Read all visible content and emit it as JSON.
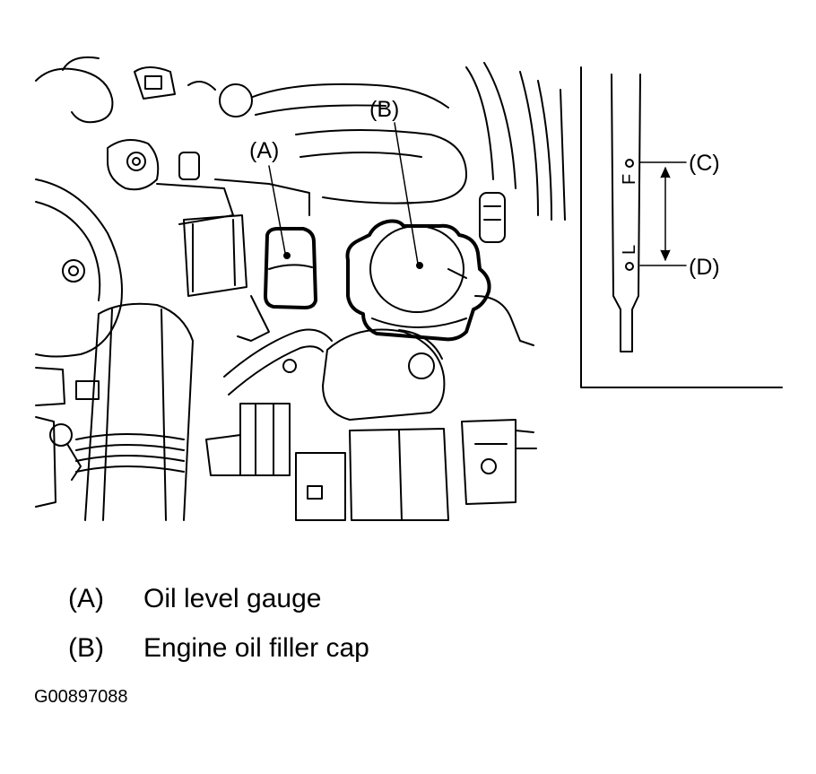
{
  "callouts": {
    "a": "(A)",
    "b": "(B)",
    "c": "(C)",
    "d": "(D)"
  },
  "dipstick_marks": {
    "full": "F",
    "low": "L"
  },
  "legend": [
    {
      "key": "(A)",
      "text": "Oil level gauge"
    },
    {
      "key": "(B)",
      "text": "Engine oil filler cap"
    }
  ],
  "figure_id": "G00897088",
  "colors": {
    "ink": "#000000",
    "background": "#ffffff"
  }
}
